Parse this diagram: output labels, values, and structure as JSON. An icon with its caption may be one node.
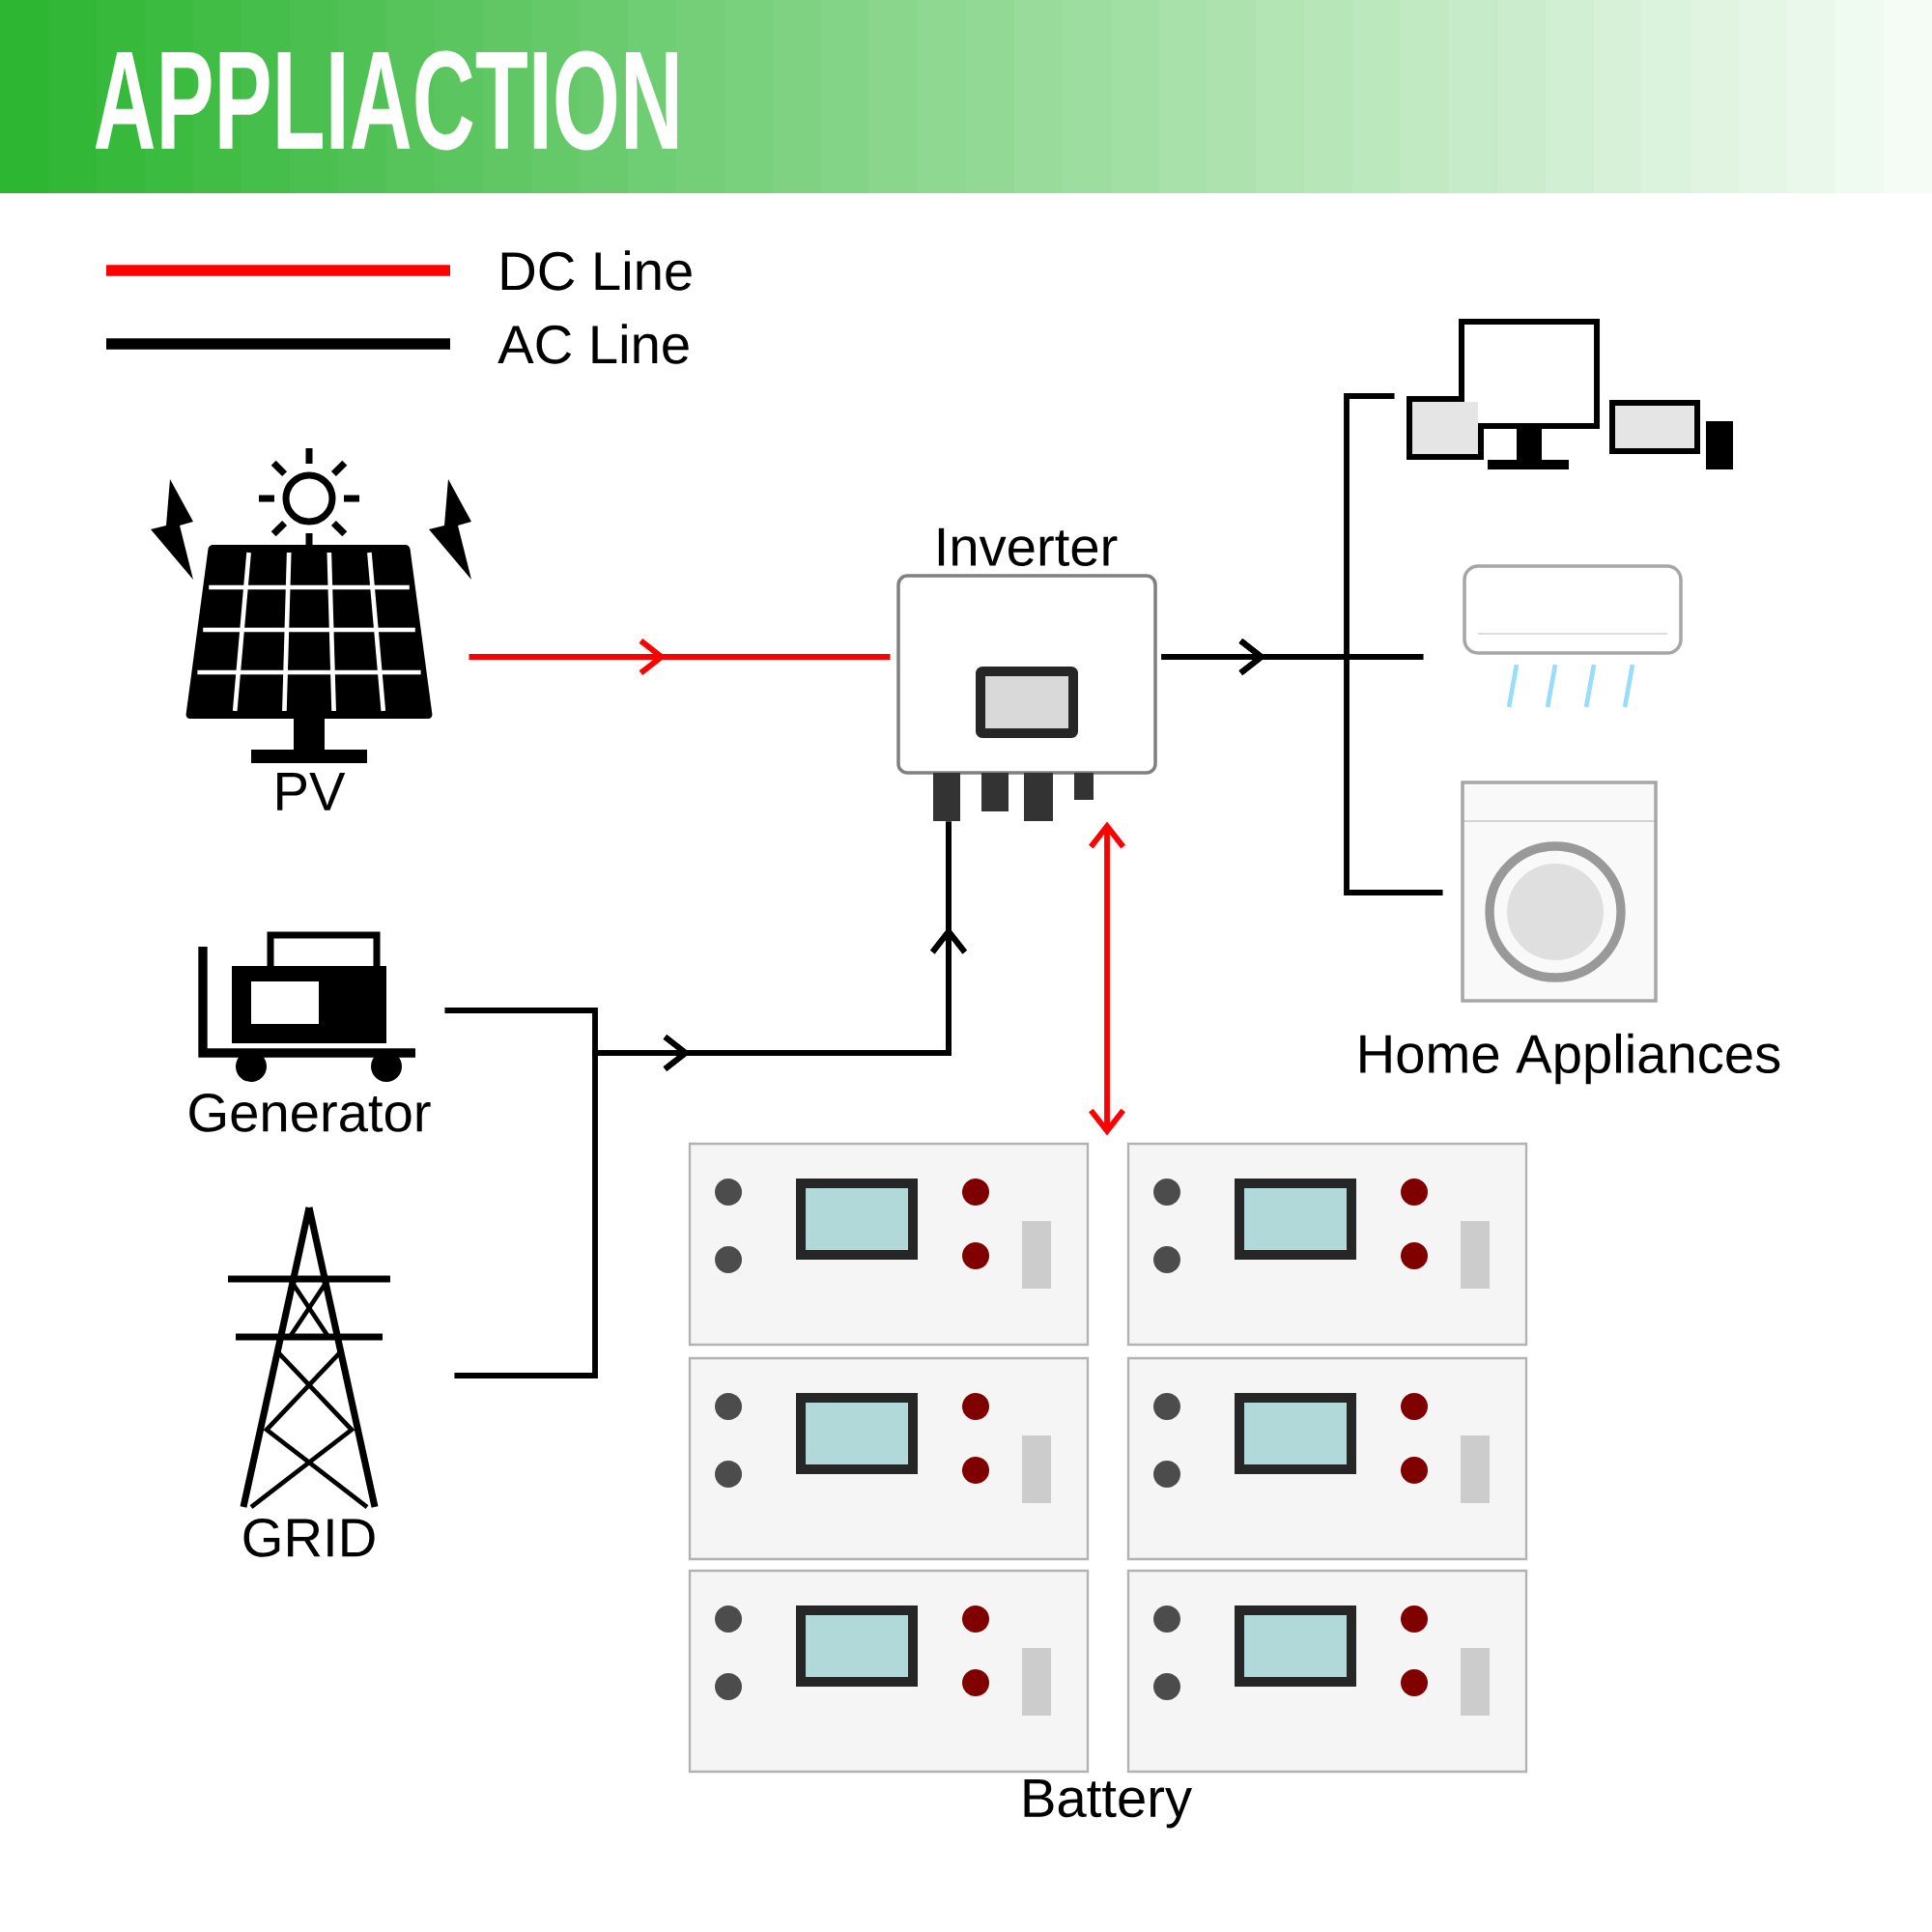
{
  "diagram": {
    "title": "APPLIACTION",
    "nodes": [
      {
        "text": [
          "PV"
        ]
      },
      {
        "text": [
          "Inverter"
        ]
      },
      {
        "text": [],
        "shape": "picture"
      },
      {
        "text": [],
        "shape": "picture"
      },
      {
        "text": [],
        "shape": "picture"
      },
      {
        "text": [
          "Generator"
        ]
      },
      {
        "text": [
          "GRID"
        ]
      },
      {
        "text": [
          "Battery"
        ]
      }
    ],
    "edges": [
      {
        "from": 0,
        "to": 1,
        "arrow": "to",
        "color": "#ff0000"
      },
      {
        "from": 1,
        "to": 2,
        "arrow": "to"
      },
      {
        "from": 1,
        "to": 3,
        "arrow": "to"
      },
      {
        "from": 1,
        "to": 4,
        "arrow": "to"
      },
      {
        "from": 5,
        "to": 1,
        "arrow": "to"
      },
      {
        "from": 6,
        "to": 1,
        "arrow": "to"
      },
      {
        "from": 7,
        "to": 1,
        "arrow": "both",
        "color": "#ff0000"
      }
    ],
    "labels": [
      "Home Appliances"
    ],
    "legend": [
      {
        "text": "DC Line"
      },
      {
        "text": "AC Line"
      }
    ]
  }
}
